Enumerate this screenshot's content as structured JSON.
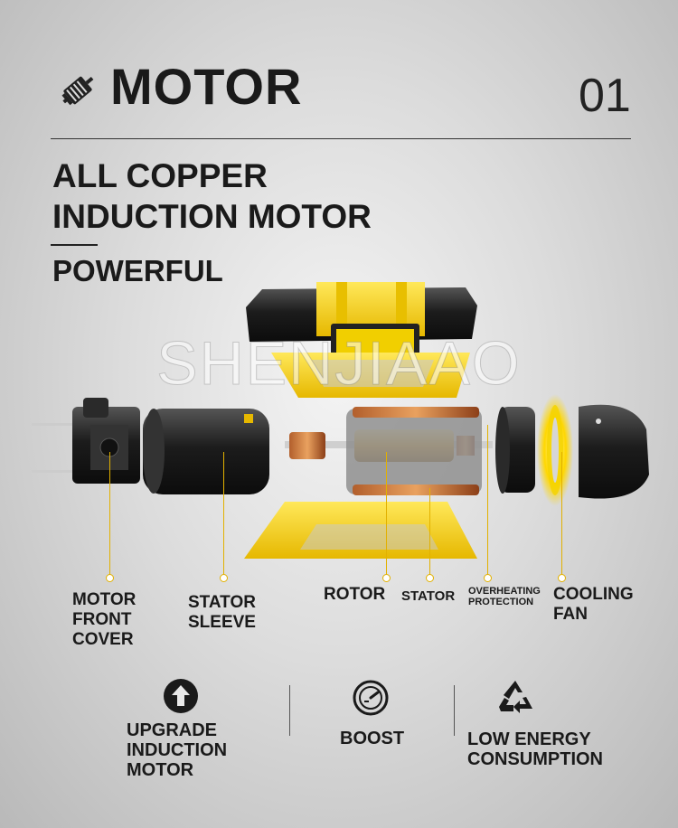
{
  "header": {
    "title": "MOTOR",
    "page_number": "01"
  },
  "headline": {
    "line1": "ALL COPPER",
    "line2": "INDUCTION MOTOR",
    "subtitle": "POWERFUL"
  },
  "watermark": "SHENJIAAO",
  "components": {
    "front_cover": [
      "MOTOR",
      "FRONT",
      "COVER"
    ],
    "stator_sleeve": [
      "STATOR",
      "SLEEVE"
    ],
    "rotor": "ROTOR",
    "stator": "STATOR",
    "overheating": [
      "OVERHEATING",
      "PROTECTION"
    ],
    "cooling_fan": [
      "COOLING",
      "FAN"
    ]
  },
  "features": {
    "upgrade": [
      "UPGRADE",
      "INDUCTION",
      "MOTOR"
    ],
    "boost": "BOOST",
    "low_energy": [
      "LOW ENERGY",
      "CONSUMPTION"
    ]
  },
  "colors": {
    "accent": "#f5d400",
    "text": "#1a1a1a",
    "leader": "#e2b100"
  },
  "icons": [
    "motor-icon",
    "arrow-up-icon",
    "boost-gauge-icon",
    "recycle-icon"
  ]
}
